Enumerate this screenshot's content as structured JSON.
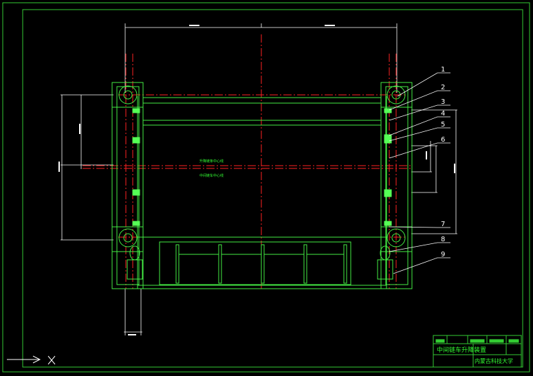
{
  "colors": {
    "background": "#000000",
    "frame": "#33cc33",
    "structure": "#44ee44",
    "centerline": "#ff2222",
    "leader": "#ffffff",
    "dimension": "#ffffff",
    "annotation": "#33ff33",
    "titleblock": "#33cc33"
  },
  "labels": {
    "center_1": "升降链条中心线",
    "center_2": "中间链车中心线"
  },
  "titleblock": {
    "title": "中间链车升降装置",
    "school": "内蒙古科技大学"
  },
  "callouts": [
    "1",
    "2",
    "3",
    "4",
    "5",
    "6",
    "7",
    "8",
    "9"
  ]
}
